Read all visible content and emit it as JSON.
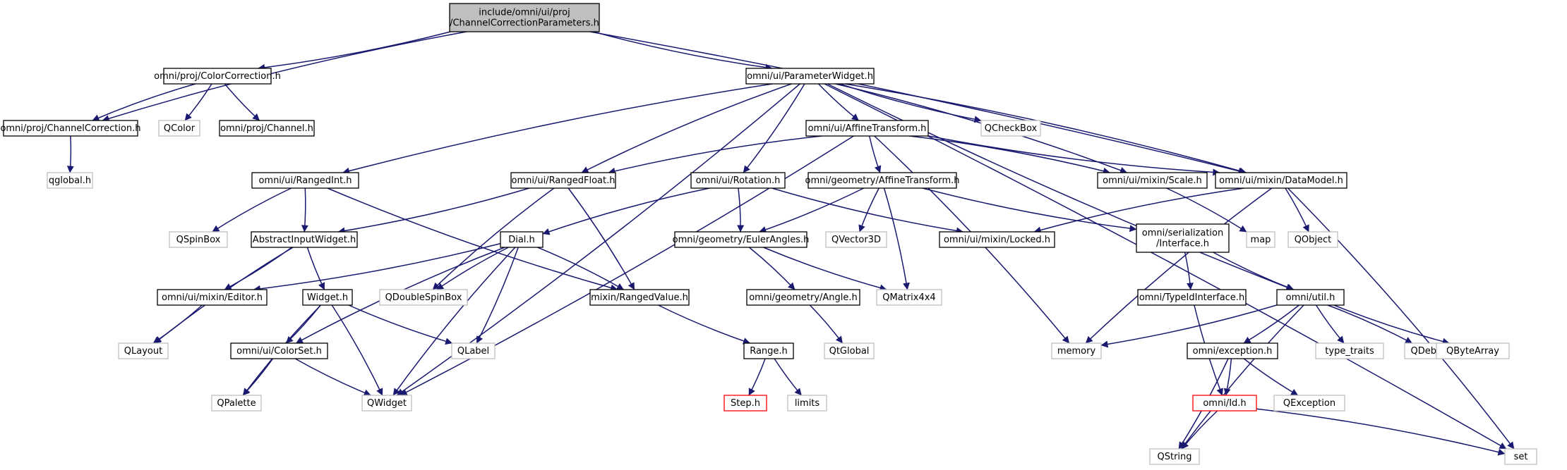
{
  "colors": {
    "edge": "#191970",
    "root_fill": "#bfbfbf",
    "black_border": "#000000",
    "gray_border": "#bfbfbf",
    "red_border": "#ff0000",
    "fill": "#ffffff"
  },
  "nodes": [
    {
      "id": "root",
      "lines": [
        "include/omni/ui/proj",
        "/ChannelCorrectionParameters.h"
      ],
      "style": "root"
    },
    {
      "id": "colorcorrection",
      "lines": [
        "omni/proj/ColorCorrection.h"
      ],
      "style": "black"
    },
    {
      "id": "parameterwidget",
      "lines": [
        "omni/ui/ParameterWidget.h"
      ],
      "style": "black"
    },
    {
      "id": "channelcorrection",
      "lines": [
        "omni/proj/ChannelCorrection.h"
      ],
      "style": "black"
    },
    {
      "id": "qcolor",
      "lines": [
        "QColor"
      ],
      "style": "gray"
    },
    {
      "id": "channel",
      "lines": [
        "omni/proj/Channel.h"
      ],
      "style": "black"
    },
    {
      "id": "qglobal",
      "lines": [
        "qglobal.h"
      ],
      "style": "gray"
    },
    {
      "id": "affinetransform",
      "lines": [
        "omni/ui/AffineTransform.h"
      ],
      "style": "black"
    },
    {
      "id": "qcheckbox",
      "lines": [
        "QCheckBox"
      ],
      "style": "gray"
    },
    {
      "id": "rangedint",
      "lines": [
        "omni/ui/RangedInt.h"
      ],
      "style": "black"
    },
    {
      "id": "rangedfloat",
      "lines": [
        "omni/ui/RangedFloat.h"
      ],
      "style": "black"
    },
    {
      "id": "rotation",
      "lines": [
        "omni/ui/Rotation.h"
      ],
      "style": "black"
    },
    {
      "id": "geomaffine",
      "lines": [
        "omni/geometry/AffineTransform.h"
      ],
      "style": "black"
    },
    {
      "id": "scale",
      "lines": [
        "omni/ui/mixin/Scale.h"
      ],
      "style": "black"
    },
    {
      "id": "datamodel",
      "lines": [
        "omni/ui/mixin/DataModel.h"
      ],
      "style": "black"
    },
    {
      "id": "qspinbox",
      "lines": [
        "QSpinBox"
      ],
      "style": "gray"
    },
    {
      "id": "abstractinput",
      "lines": [
        "AbstractInputWidget.h"
      ],
      "style": "black"
    },
    {
      "id": "dial",
      "lines": [
        "Dial.h"
      ],
      "style": "black"
    },
    {
      "id": "eulerangles",
      "lines": [
        "omni/geometry/EulerAngles.h"
      ],
      "style": "black"
    },
    {
      "id": "qvector3d",
      "lines": [
        "QVector3D"
      ],
      "style": "gray"
    },
    {
      "id": "locked",
      "lines": [
        "omni/ui/mixin/Locked.h"
      ],
      "style": "black"
    },
    {
      "id": "serialization",
      "lines": [
        "omni/serialization",
        "/Interface.h"
      ],
      "style": "black"
    },
    {
      "id": "map",
      "lines": [
        "map"
      ],
      "style": "gray"
    },
    {
      "id": "qobject",
      "lines": [
        "QObject"
      ],
      "style": "gray"
    },
    {
      "id": "editor",
      "lines": [
        "omni/ui/mixin/Editor.h"
      ],
      "style": "black"
    },
    {
      "id": "widget",
      "lines": [
        "Widget.h"
      ],
      "style": "black"
    },
    {
      "id": "qdoublespinbox",
      "lines": [
        "QDoubleSpinBox"
      ],
      "style": "gray"
    },
    {
      "id": "rangedvalue",
      "lines": [
        "mixin/RangedValue.h"
      ],
      "style": "black"
    },
    {
      "id": "angle",
      "lines": [
        "omni/geometry/Angle.h"
      ],
      "style": "black"
    },
    {
      "id": "qmatrix4x4",
      "lines": [
        "QMatrix4x4"
      ],
      "style": "gray"
    },
    {
      "id": "typeidinterface",
      "lines": [
        "omni/TypeIdInterface.h"
      ],
      "style": "black"
    },
    {
      "id": "util",
      "lines": [
        "omni/util.h"
      ],
      "style": "black"
    },
    {
      "id": "qlayout",
      "lines": [
        "QLayout"
      ],
      "style": "gray"
    },
    {
      "id": "colorset",
      "lines": [
        "omni/ui/ColorSet.h"
      ],
      "style": "black"
    },
    {
      "id": "qlabel",
      "lines": [
        "QLabel"
      ],
      "style": "gray"
    },
    {
      "id": "range",
      "lines": [
        "Range.h"
      ],
      "style": "black"
    },
    {
      "id": "qtglobal",
      "lines": [
        "QtGlobal"
      ],
      "style": "gray"
    },
    {
      "id": "memory",
      "lines": [
        "memory"
      ],
      "style": "gray"
    },
    {
      "id": "exception",
      "lines": [
        "omni/exception.h"
      ],
      "style": "black"
    },
    {
      "id": "typetraits",
      "lines": [
        "type_traits"
      ],
      "style": "gray"
    },
    {
      "id": "qdebug",
      "lines": [
        "QDebug"
      ],
      "style": "gray"
    },
    {
      "id": "qbytearray",
      "lines": [
        "QByteArray"
      ],
      "style": "gray"
    },
    {
      "id": "qpalette",
      "lines": [
        "QPalette"
      ],
      "style": "gray"
    },
    {
      "id": "qwidget",
      "lines": [
        "QWidget"
      ],
      "style": "gray"
    },
    {
      "id": "step",
      "lines": [
        "Step.h"
      ],
      "style": "red"
    },
    {
      "id": "limits",
      "lines": [
        "limits"
      ],
      "style": "gray"
    },
    {
      "id": "id",
      "lines": [
        "omni/Id.h"
      ],
      "style": "red"
    },
    {
      "id": "qexception",
      "lines": [
        "QException"
      ],
      "style": "gray"
    },
    {
      "id": "qstring",
      "lines": [
        "QString"
      ],
      "style": "gray"
    },
    {
      "id": "set",
      "lines": [
        "set"
      ],
      "style": "gray"
    }
  ],
  "edges": [
    [
      "root",
      "channelcorrection"
    ],
    [
      "root",
      "colorcorrection"
    ],
    [
      "root",
      "parameterwidget"
    ],
    [
      "root",
      "datamodel"
    ],
    [
      "colorcorrection",
      "channelcorrection"
    ],
    [
      "colorcorrection",
      "qcolor"
    ],
    [
      "colorcorrection",
      "channel"
    ],
    [
      "channelcorrection",
      "qglobal"
    ],
    [
      "parameterwidget",
      "rangedint"
    ],
    [
      "parameterwidget",
      "qwidget"
    ],
    [
      "parameterwidget",
      "rangedfloat"
    ],
    [
      "parameterwidget",
      "rotation"
    ],
    [
      "parameterwidget",
      "affinetransform"
    ],
    [
      "parameterwidget",
      "scale"
    ],
    [
      "parameterwidget",
      "qcheckbox"
    ],
    [
      "parameterwidget",
      "datamodel"
    ],
    [
      "parameterwidget",
      "util"
    ],
    [
      "parameterwidget",
      "set"
    ],
    [
      "affinetransform",
      "rangedfloat"
    ],
    [
      "affinetransform",
      "qwidget"
    ],
    [
      "affinetransform",
      "geomaffine"
    ],
    [
      "affinetransform",
      "scale"
    ],
    [
      "affinetransform",
      "datamodel"
    ],
    [
      "affinetransform",
      "memory"
    ],
    [
      "rangedint",
      "qspinbox"
    ],
    [
      "rangedint",
      "abstractinput"
    ],
    [
      "rangedint",
      "rangedvalue"
    ],
    [
      "rangedfloat",
      "abstractinput"
    ],
    [
      "rangedfloat",
      "qdoublespinbox"
    ],
    [
      "rangedfloat",
      "rangedvalue"
    ],
    [
      "rotation",
      "dial"
    ],
    [
      "rotation",
      "eulerangles"
    ],
    [
      "rotation",
      "locked"
    ],
    [
      "geomaffine",
      "eulerangles"
    ],
    [
      "geomaffine",
      "qvector3d"
    ],
    [
      "geomaffine",
      "qmatrix4x4"
    ],
    [
      "geomaffine",
      "serialization"
    ],
    [
      "scale",
      "map"
    ],
    [
      "datamodel",
      "locked"
    ],
    [
      "datamodel",
      "qobject"
    ],
    [
      "datamodel",
      "memory"
    ],
    [
      "datamodel",
      "set"
    ],
    [
      "abstractinput",
      "qlayout"
    ],
    [
      "abstractinput",
      "editor"
    ],
    [
      "abstractinput",
      "widget"
    ],
    [
      "dial",
      "editor"
    ],
    [
      "dial",
      "qdoublespinbox"
    ],
    [
      "dial",
      "rangedvalue"
    ],
    [
      "dial",
      "colorset"
    ],
    [
      "dial",
      "qlabel"
    ],
    [
      "dial",
      "qwidget"
    ],
    [
      "eulerangles",
      "angle"
    ],
    [
      "eulerangles",
      "qmatrix4x4"
    ],
    [
      "serialization",
      "typeidinterface"
    ],
    [
      "serialization",
      "util"
    ],
    [
      "editor",
      "qlayout"
    ],
    [
      "widget",
      "qpalette"
    ],
    [
      "widget",
      "colorset"
    ],
    [
      "widget",
      "qlabel"
    ],
    [
      "widget",
      "qwidget"
    ],
    [
      "rangedvalue",
      "range"
    ],
    [
      "angle",
      "qtglobal"
    ],
    [
      "typeidinterface",
      "id"
    ],
    [
      "util",
      "memory"
    ],
    [
      "util",
      "qstring"
    ],
    [
      "util",
      "exception"
    ],
    [
      "util",
      "typetraits"
    ],
    [
      "util",
      "qdebug"
    ],
    [
      "util",
      "qbytearray"
    ],
    [
      "colorset",
      "qpalette"
    ],
    [
      "colorset",
      "qwidget"
    ],
    [
      "range",
      "step"
    ],
    [
      "range",
      "limits"
    ],
    [
      "exception",
      "id"
    ],
    [
      "exception",
      "qexception"
    ],
    [
      "exception",
      "qstring"
    ],
    [
      "id",
      "qstring"
    ],
    [
      "id",
      "set"
    ]
  ]
}
